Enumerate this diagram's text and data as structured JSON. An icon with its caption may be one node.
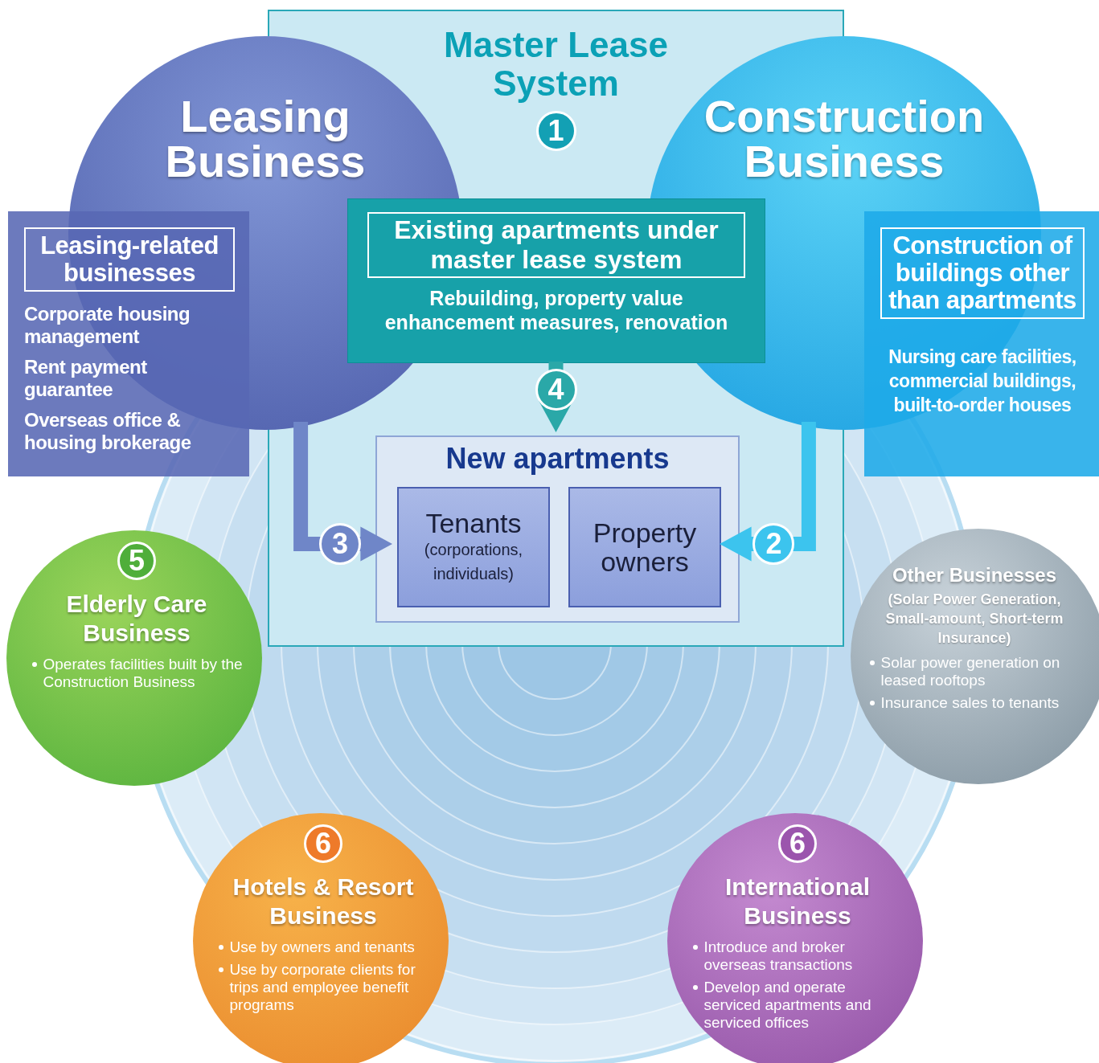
{
  "diagram": {
    "nodes": [
      {
        "text": [
          "Master Lease System",
          "1"
        ]
      },
      {
        "text": [
          "Leasing Business"
        ]
      },
      {
        "text": [
          "Construction Business"
        ]
      },
      {
        "text": [
          "Leasing-related businesses",
          "Corporate housing management",
          "Rent payment guarantee",
          "Overseas office & housing brokerage"
        ]
      },
      {
        "text": [
          "Existing apartments under master lease system",
          "Rebuilding, property value enhancement measures, renovation"
        ],
        "in": 0
      },
      {
        "text": [
          "Construction of buildings other than apartments",
          "Nursing care facilities, commercial buildings, built-to-order houses"
        ]
      },
      {
        "text": [
          "New apartments"
        ],
        "in": 0
      },
      {
        "text": [
          "Tenants",
          "(corporations, individuals)"
        ],
        "in": 6
      },
      {
        "text": [
          "Property owners"
        ],
        "in": 6
      },
      {
        "text": [
          "5",
          "Elderly Care Business",
          "Operates facilities built by the Construction Business"
        ]
      },
      {
        "text": [
          "Other Businesses",
          "(Solar Power Generation, Small-amount, Short-term Insurance)",
          "Solar power generation on leased rooftops",
          "Insurance sales to tenants"
        ]
      },
      {
        "text": [
          "6",
          "Hotels & Resort Business",
          "Use by owners and tenants",
          "Use by corporate clients for trips and employee benefit programs"
        ]
      },
      {
        "text": [
          "6",
          "International Business",
          "Introduce and broker overseas transactions",
          "Develop and operate serviced apartments and serviced offices"
        ]
      }
    ],
    "edges": [
      {
        "from": 1,
        "to": 7,
        "arrow": "to",
        "label": "3",
        "color": "#6f86c8"
      },
      {
        "from": 2,
        "to": 8,
        "arrow": "to",
        "label": "2",
        "color": "#3cc4ee"
      },
      {
        "from": 4,
        "to": 6,
        "arrow": "to",
        "label": "4",
        "color": "#2aa8a8"
      }
    ]
  }
}
